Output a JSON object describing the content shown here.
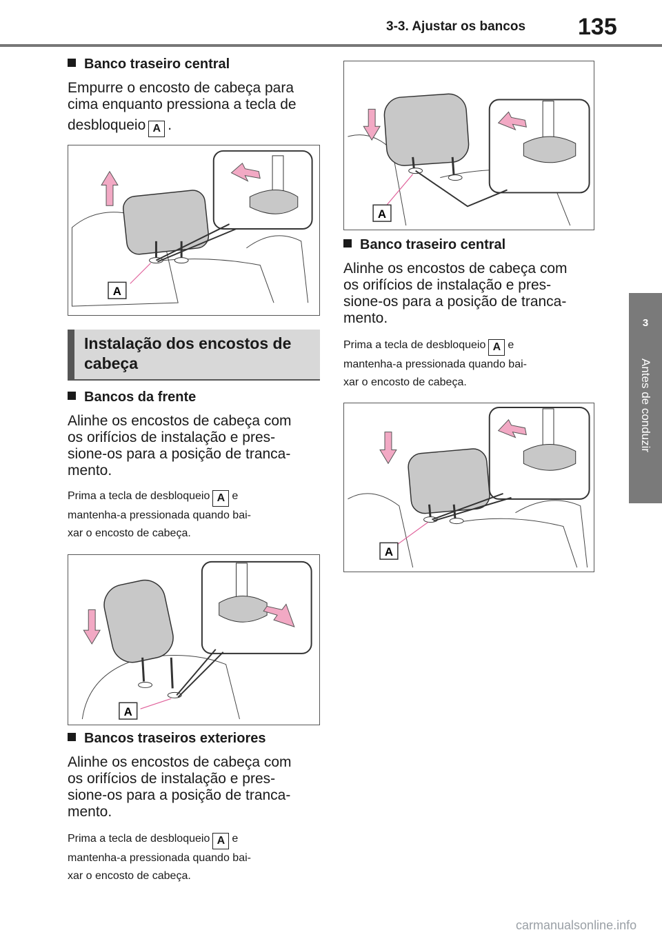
{
  "header": {
    "section_title": "3-3. Ajustar os bancos",
    "page_number": "135"
  },
  "side_tab": {
    "chapter_number": "3",
    "chapter_label": "Antes de conduzir"
  },
  "left_column": {
    "block1": {
      "heading": "Banco traseiro central",
      "text_line1": "Empurre o encosto de cabeça para",
      "text_line2": "cima enquanto pressiona a tecla de",
      "text_line3_prefix": "desbloqueio",
      "text_line3_suffix": "."
    },
    "section": {
      "title_line1": "Instalação dos encostos de",
      "title_line2": "cabeça"
    },
    "block2": {
      "heading": "Bancos da frente",
      "text_line1": "Alinhe os encostos de cabeça com",
      "text_line2": "os orifícios de instalação e pres-",
      "text_line3": "sione-os para a posição de tranca-",
      "text_line4": "mento.",
      "note_prefix": "Prima a tecla de desbloqueio",
      "note_suffix": "e",
      "note_line2": "mantenha-a pressionada quando bai-",
      "note_line3": "xar o encosto de cabeça."
    },
    "block3": {
      "heading": "Bancos traseiros exteriores",
      "text_line1": "Alinhe os encostos de cabeça com",
      "text_line2": "os orifícios de instalação e pres-",
      "text_line3": "sione-os para a posição de tranca-",
      "text_line4": "mento.",
      "note_prefix": "Prima a tecla de desbloqueio",
      "note_suffix": "e",
      "note_line2": "mantenha-a pressionada quando bai-",
      "note_line3": "xar o encosto de cabeça."
    }
  },
  "right_column": {
    "block1": {
      "heading": "Banco traseiro central",
      "text_line1": "Alinhe os encostos de cabeça com",
      "text_line2": "os orifícios de instalação e pres-",
      "text_line3": "sione-os para a posição de tranca-",
      "text_line4": "mento.",
      "note_prefix": "Prima a tecla de desbloqueio",
      "note_suffix": "e",
      "note_line2": "mantenha-a pressionada quando bai-",
      "note_line3": "xar o encosto de cabeça."
    }
  },
  "key_label": "A",
  "figure_callout": "A",
  "watermark": "carmanualsonline.info",
  "colors": {
    "tab_gray": "#7a7a7a",
    "section_bg": "#d8d8d8",
    "arrow_pink": "#f2a9c4",
    "headrest_gray": "#c8c8c8"
  }
}
